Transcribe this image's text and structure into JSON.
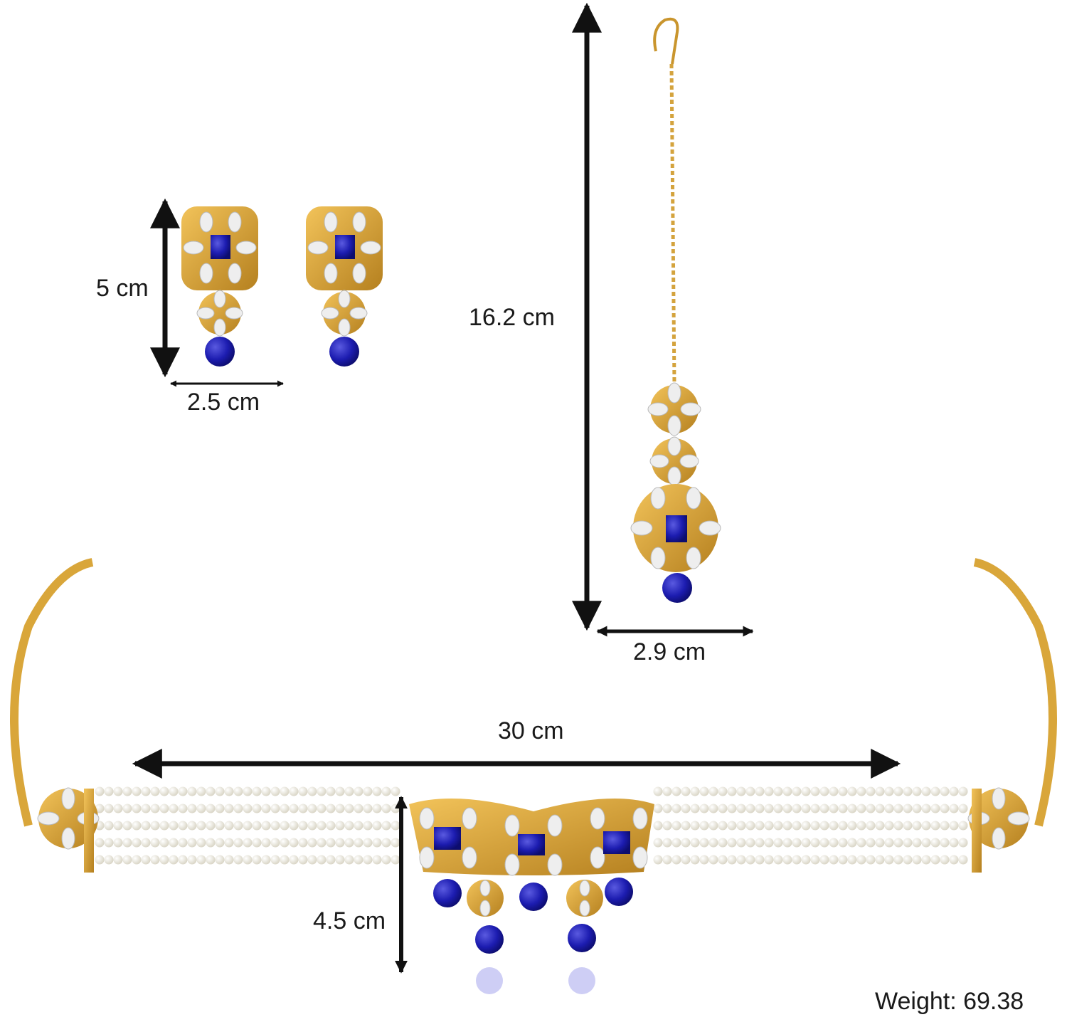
{
  "measurements": {
    "earring_height": "5 cm",
    "earring_width": "2.5 cm",
    "tikka_height": "16.2 cm",
    "tikka_width": "2.9 cm",
    "choker_width": "30 cm",
    "choker_pendant_height": "4.5 cm"
  },
  "weight_label": "Weight: 69.38",
  "colors": {
    "gold": "#d9a63a",
    "gold_dark": "#b07a1f",
    "sapphire": "#1a1aa6",
    "kundan": "#f2f2f2",
    "pearl": "#efeee6",
    "arrow": "#111111"
  }
}
